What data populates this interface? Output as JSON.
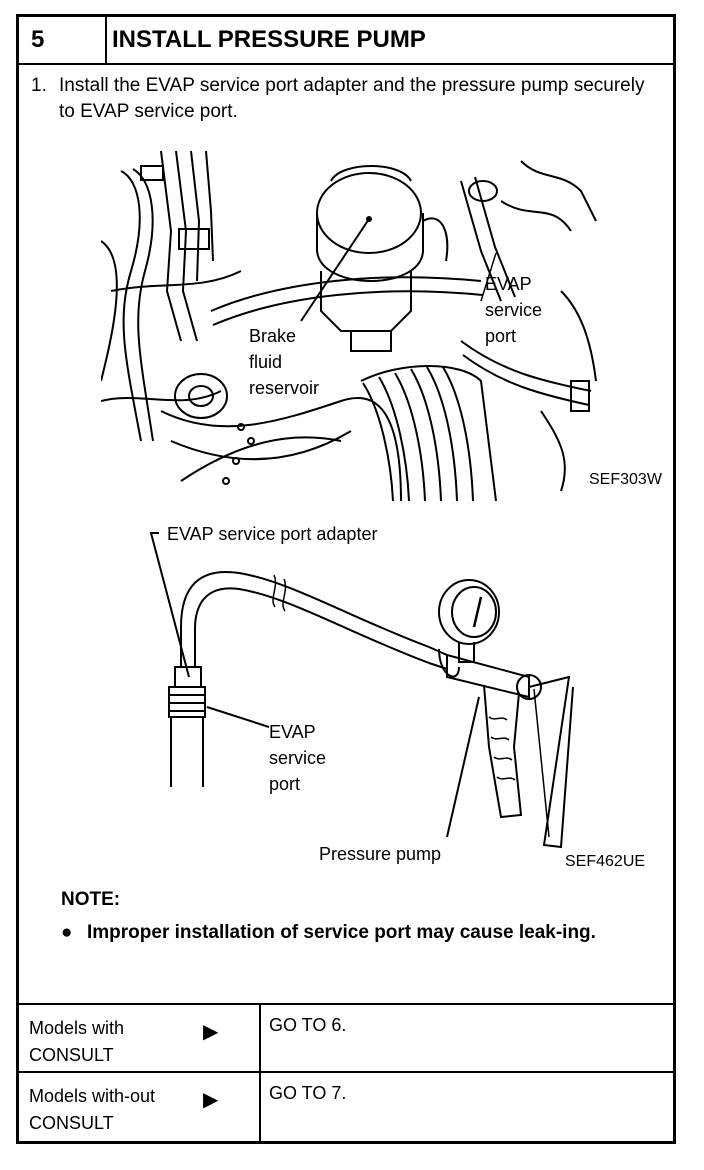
{
  "header": {
    "step_number": "5",
    "title": "INSTALL PRESSURE PUMP"
  },
  "instruction": {
    "number": "1.",
    "text": "Install the EVAP service port adapter and the pressure pump securely to EVAP service port."
  },
  "figure1": {
    "labels": {
      "evap_l1": "EVAP",
      "evap_l2": "service",
      "evap_l3": "port",
      "brake_l1": "Brake",
      "brake_l2": "fluid",
      "brake_l3": "reservoir"
    },
    "code": "SEF303W"
  },
  "figure2": {
    "labels": {
      "adapter": "EVAP  service  port  adapter",
      "port_l1": "EVAP",
      "port_l2": "service",
      "port_l3": "port",
      "pump": "Pressure  pump"
    },
    "code": "SEF462UE"
  },
  "note": {
    "heading": "NOTE:",
    "bullet_symbol": "●",
    "text": "Improper installation of service port may cause leak-ing."
  },
  "options": [
    {
      "condition": "Models with CONSULT",
      "arrow": "▶",
      "action": "GO TO 6."
    },
    {
      "condition": "Models with-out CONSULT",
      "arrow": "▶",
      "action": "GO TO 7."
    }
  ]
}
